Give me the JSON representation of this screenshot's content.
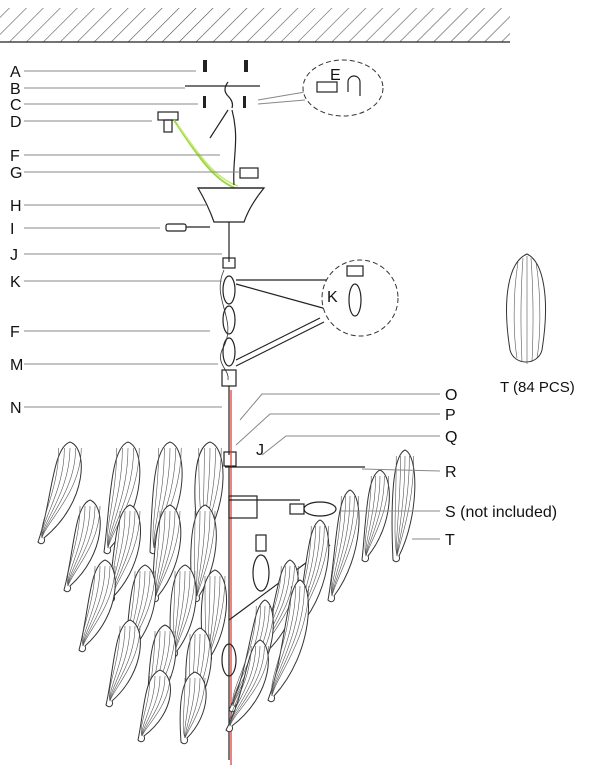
{
  "diagram": {
    "left_labels": [
      {
        "id": "A",
        "text": "A"
      },
      {
        "id": "B",
        "text": "B"
      },
      {
        "id": "C",
        "text": "C"
      },
      {
        "id": "D",
        "text": "D"
      },
      {
        "id": "F1",
        "text": "F"
      },
      {
        "id": "G",
        "text": "G"
      },
      {
        "id": "H",
        "text": "H"
      },
      {
        "id": "I",
        "text": "I"
      },
      {
        "id": "J1",
        "text": "J"
      },
      {
        "id": "K1",
        "text": "K"
      },
      {
        "id": "F2",
        "text": "F"
      },
      {
        "id": "M",
        "text": "M"
      },
      {
        "id": "N",
        "text": "N"
      }
    ],
    "right_labels": [
      {
        "id": "O",
        "text": "O"
      },
      {
        "id": "P",
        "text": "P"
      },
      {
        "id": "Q",
        "text": "Q"
      },
      {
        "id": "R",
        "text": "R"
      },
      {
        "id": "S",
        "text": "S (not included)"
      },
      {
        "id": "T",
        "text": "T"
      }
    ],
    "detail_labels": {
      "E": "E",
      "K": "K",
      "J": "J"
    },
    "crystal_caption": "T (84 PCS)",
    "colors": {
      "ground_wire": "#9bd84a",
      "center_line": "#e03030",
      "ink": "#222222"
    }
  }
}
